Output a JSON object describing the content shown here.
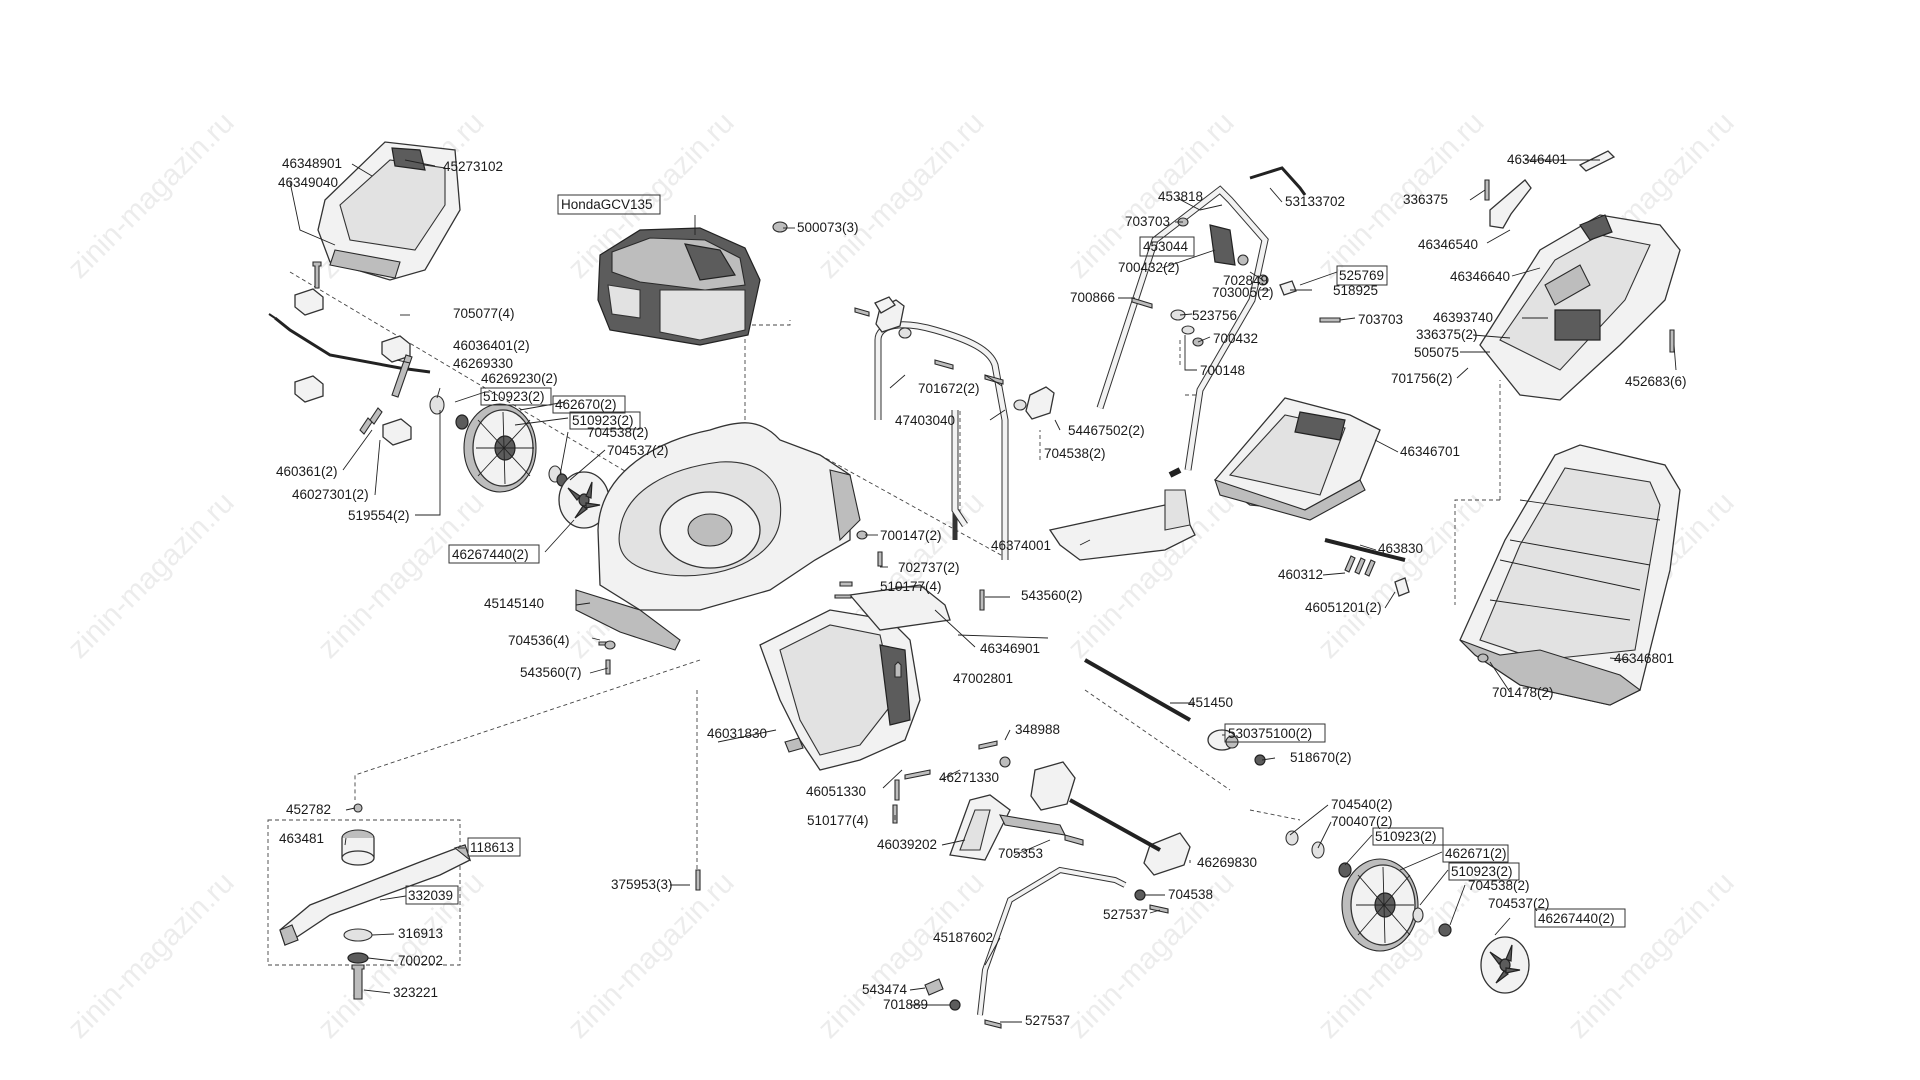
{
  "watermark": "zinin-magazin.ru",
  "labels": {
    "l46348901": "46348901",
    "l45273102": "45273102",
    "l46349040": "46349040",
    "lHonda": "HondaGCV135",
    "l500073": "500073(3)",
    "l453818": "453818",
    "l53133702": "53133702",
    "l703703a": "703703",
    "l453044": "453044",
    "l700432a": "700432(2)",
    "l702849": "702849",
    "l525769": "525769",
    "l703005": "703005(2)",
    "l518925": "518925",
    "l700866": "700866",
    "l523756": "523756",
    "l703703b": "703703",
    "l700432b": "700432",
    "l700148": "700148",
    "l46346401": "46346401",
    "l336375": "336375",
    "l46346540": "46346540",
    "l46346640": "46346640",
    "l46393740": "46393740",
    "l336375b": "336375(2)",
    "l505075": "505075",
    "l701756": "701756(2)",
    "l452683": "452683(6)",
    "l705077": "705077(4)",
    "l46036401": "46036401(2)",
    "l46269330": "46269330",
    "l46269230": "46269230(2)",
    "l510923a": "510923(2)",
    "l462670": "462670(2)",
    "l510923b": "510923(2)",
    "l704538a": "704538(2)",
    "l704537a": "704537(2)",
    "l460361": "460361(2)",
    "l46027301": "46027301(2)",
    "l519554": "519554(2)",
    "l46267440a": "46267440(2)",
    "l701672": "701672(2)",
    "l47403040": "47403040",
    "l54467502": "54467502(2)",
    "l704538b": "704538(2)",
    "l46346701": "46346701",
    "l46374001": "46374001",
    "l463830": "463830",
    "l460312": "460312",
    "l46051201": "46051201(2)",
    "l700147": "700147(2)",
    "l702737": "702737(2)",
    "l510177a": "510177(4)",
    "l543560a": "543560(2)",
    "l45145140": "45145140",
    "l46346901": "46346901",
    "l704536": "704536(4)",
    "l543560b": "543560(7)",
    "l47002801": "47002801",
    "l46346801": "46346801",
    "l701478": "701478(2)",
    "l451450": "451450",
    "l530375": "530375100(2)",
    "l518670": "518670(2)",
    "l46031830": "46031830",
    "l348988": "348988",
    "l46271330": "46271330",
    "l46051330": "46051330",
    "l510177b": "510177(4)",
    "l46039202": "46039202",
    "l705353": "705353",
    "l46269830": "46269830",
    "l704540": "704540(2)",
    "l700407": "700407(2)",
    "l510923c": "510923(2)",
    "l462671": "462671(2)",
    "l510923d": "510923(2)",
    "l704538c": "704538(2)",
    "l704537b": "704537(2)",
    "l46267440b": "46267440(2)",
    "l704538d": "704538",
    "l527537a": "527537",
    "l375953": "375953(3)",
    "l452782": "452782",
    "l463481": "463481",
    "l118613": "118613",
    "l332039": "332039",
    "l316913": "316913",
    "l700202": "700202",
    "l323221": "323221",
    "l45187602": "45187602",
    "l543474": "543474",
    "l701889": "701889",
    "l527537b": "527537"
  },
  "colors": {
    "line": "#222222",
    "part_fill": "#f2f2f2",
    "engine_dark": "#5c5c5c"
  }
}
